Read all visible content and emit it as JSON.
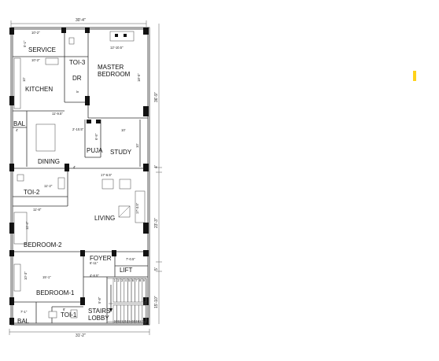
{
  "colors": {
    "ink": "#111111",
    "marker": "#ffd21a",
    "background": "#ffffff"
  },
  "rooms": {
    "service": "SERVICE",
    "toi3": "TOI-3",
    "master_bedroom": "MASTER\nBEDROOM",
    "kitchen": "KITCHEN",
    "dr": "DR",
    "bal_top": "BAL",
    "puja": "PUJA",
    "study": "STUDY",
    "dining": "DINING",
    "toi2": "TOI-2",
    "living": "LIVING",
    "bedroom2": "BEDROOM-2",
    "foyer": "FOYER",
    "lift": "LIFT",
    "bedroom1": "BEDROOM-1",
    "bal_bottom": "BAL",
    "toi1": "TOI-1",
    "stairs_lobby": "STAIRS\nLOBBY"
  },
  "dimensions": {
    "overall_top": "30'-4\"",
    "overall_bottom": "31'-2\"",
    "right_1": "36'-9\"",
    "right_2": "4'",
    "right_3": "23'-3\"",
    "right_4": "5'",
    "right_5": "15'-10\"",
    "service_w": "10'-2\"",
    "service_w2": "10'-2\"",
    "service_h": "5'-1\"",
    "master_w": "12'-10.5\"",
    "master_h": "18'-5\"",
    "kitchen_w": "11'-9.5\"",
    "kitchen_h": "10'",
    "bal_top_w": "4'",
    "dr_h": "5'",
    "puja_w": "2'-10.5\"",
    "puja_h": "6'-5\"",
    "study_w": "10'",
    "study_h": "10'",
    "dining_stub": "4'",
    "toi2_w": "11'-2\"",
    "living_w": "17'-6.5\"",
    "living_h": "17'-3.5\"",
    "bed2_w": "11'-8\"",
    "bed2_h": "11'-4\"",
    "foyer_w": "6'-11\"",
    "lift_w": "7'-0.5\"",
    "lift_h": "4'-8.5\"",
    "bed1_w": "15'-1\"",
    "bed1_h": "10'-3\"",
    "stair_h": "5'-8\"",
    "bal_bot_w": "7'-1\"",
    "toi1_w": "8'"
  },
  "stairs": {
    "top_steps": [
      "1",
      "2",
      "3",
      "4",
      "5",
      "6",
      "7",
      "8",
      "9"
    ],
    "bottom_steps": [
      "10",
      "11",
      "12",
      "13",
      "14",
      "15",
      "16",
      "17",
      "18"
    ]
  }
}
